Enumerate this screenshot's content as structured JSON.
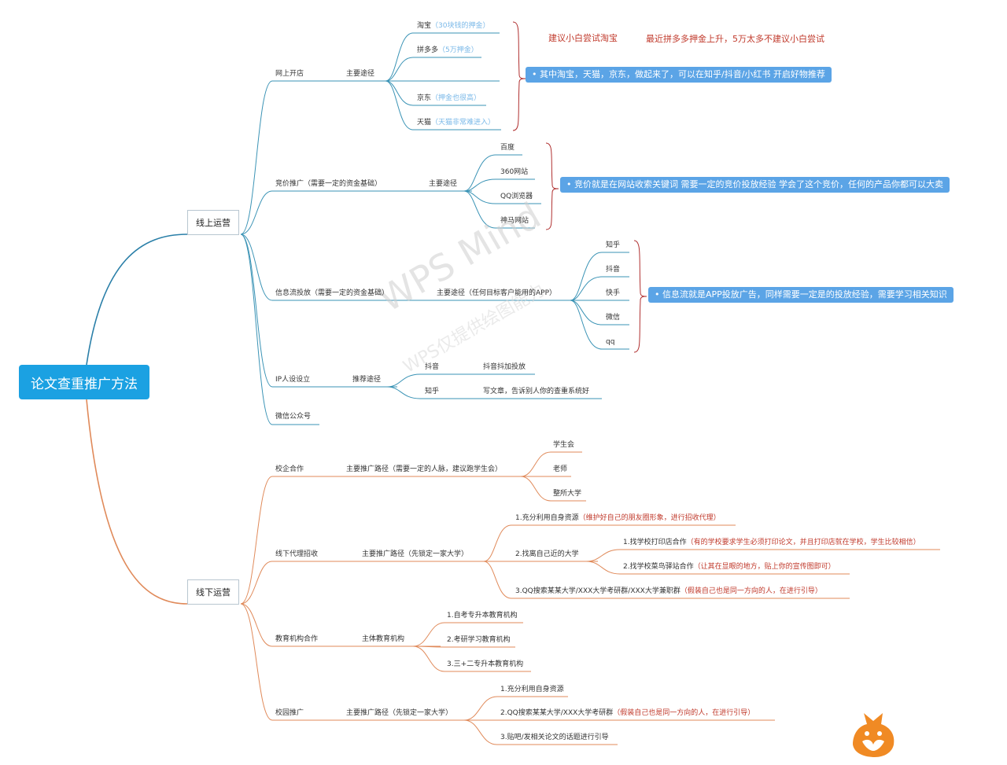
{
  "root": "论文查重推广方法",
  "watermark": {
    "main": "WPS Mind",
    "sub": "WPS仅提供绘图能力"
  },
  "online": {
    "label": "线上运营",
    "shop": {
      "label": "网上开店",
      "path": "主要途径",
      "items": [
        {
          "name": "淘宝",
          "note": "（30块钱的押金）"
        },
        {
          "name": "拼多多",
          "note": "（5万押金）"
        },
        {
          "name": "",
          "note": ""
        },
        {
          "name": "京东",
          "note": "（押金也很高）"
        },
        {
          "name": "天猫",
          "note": "（天猫非常难进入）"
        }
      ],
      "advice1": "建议小白尝试淘宝",
      "advice2": "最近拼多多押金上升，5万太多不建议小白尝试",
      "summary": "• 其中淘宝，天猫，京东，做起来了，可以在知乎/抖音/小红书 开启好物推荐"
    },
    "bid": {
      "label": "竞价推广（需要一定的资金基础）",
      "path": "主要途径",
      "items": [
        "百度",
        "360网站",
        "QQ浏览器",
        "神马网站"
      ],
      "summary": "• 竞价就是在网站收索关键词 需要一定的竞价投放经验  学会了这个竞价，任何的产品你都可以大卖"
    },
    "feed": {
      "label": "信息流投放（需要一定的资金基础）",
      "path": "主要途径（任何目标客户能用的APP）",
      "items": [
        "知乎",
        "抖音",
        "快手",
        "微信",
        "qq"
      ],
      "summary": "• 信息流就是APP投放广告，同样需要一定是的投放经验，需要学习相关知识"
    },
    "ip": {
      "label": "IP人设设立",
      "path": "推荐途径",
      "items": [
        {
          "name": "抖音",
          "desc": "抖音抖加投放"
        },
        {
          "name": "知乎",
          "desc": "写文章，告诉别人你的查重系统好"
        }
      ]
    },
    "wechat": {
      "label": "微信公众号"
    }
  },
  "offline": {
    "label": "线下运营",
    "school": {
      "label": "校企合作",
      "path": "主要推广路径（需要一定的人脉，建议跑学生会）",
      "items": [
        "学生会",
        "老师",
        "整所大学"
      ]
    },
    "agent": {
      "label": "线下代理招收",
      "path": "主要推广路径（先锁定一家大学）",
      "item1": {
        "text": "1.充分利用自身资源",
        "note": "（维护好自己的朋友圈形象，进行招收代理）"
      },
      "item2": {
        "text": "2.找离自己近的大学",
        "subs": [
          {
            "text": "1.找学校打印店合作",
            "note": "（有的学校要求学生必须打印论文，并且打印店就在学校，学生比较相信）"
          },
          {
            "text": "2.找学校菜鸟驿站合作",
            "note": "（让其在显眼的地方，贴上你的宣传图即可）"
          }
        ]
      },
      "item3": {
        "text": "3.QQ搜索某某大学/XXX大学考研群/XXX大学兼职群",
        "note": "（假装自己也是同一方向的人，在进行引导）"
      }
    },
    "edu": {
      "label": "教育机构合作",
      "path": "主体教育机构",
      "items": [
        "1.自考专升本教育机构",
        "2.考研学习教育机构",
        "3.三+二专升本教育机构"
      ]
    },
    "campus": {
      "label": "校园推广",
      "path": "主要推广路径（先锁定一家大学）",
      "item1": {
        "text": "1.充分利用自身资源",
        "note": ""
      },
      "item2": {
        "text": "2.QQ搜索某某大学/XXX大学考研群",
        "note": "（假装自己也是同一方向的人，在进行引导）"
      },
      "item3": {
        "text": "3.贴吧/发相关论文的话题进行引导",
        "note": ""
      }
    }
  }
}
